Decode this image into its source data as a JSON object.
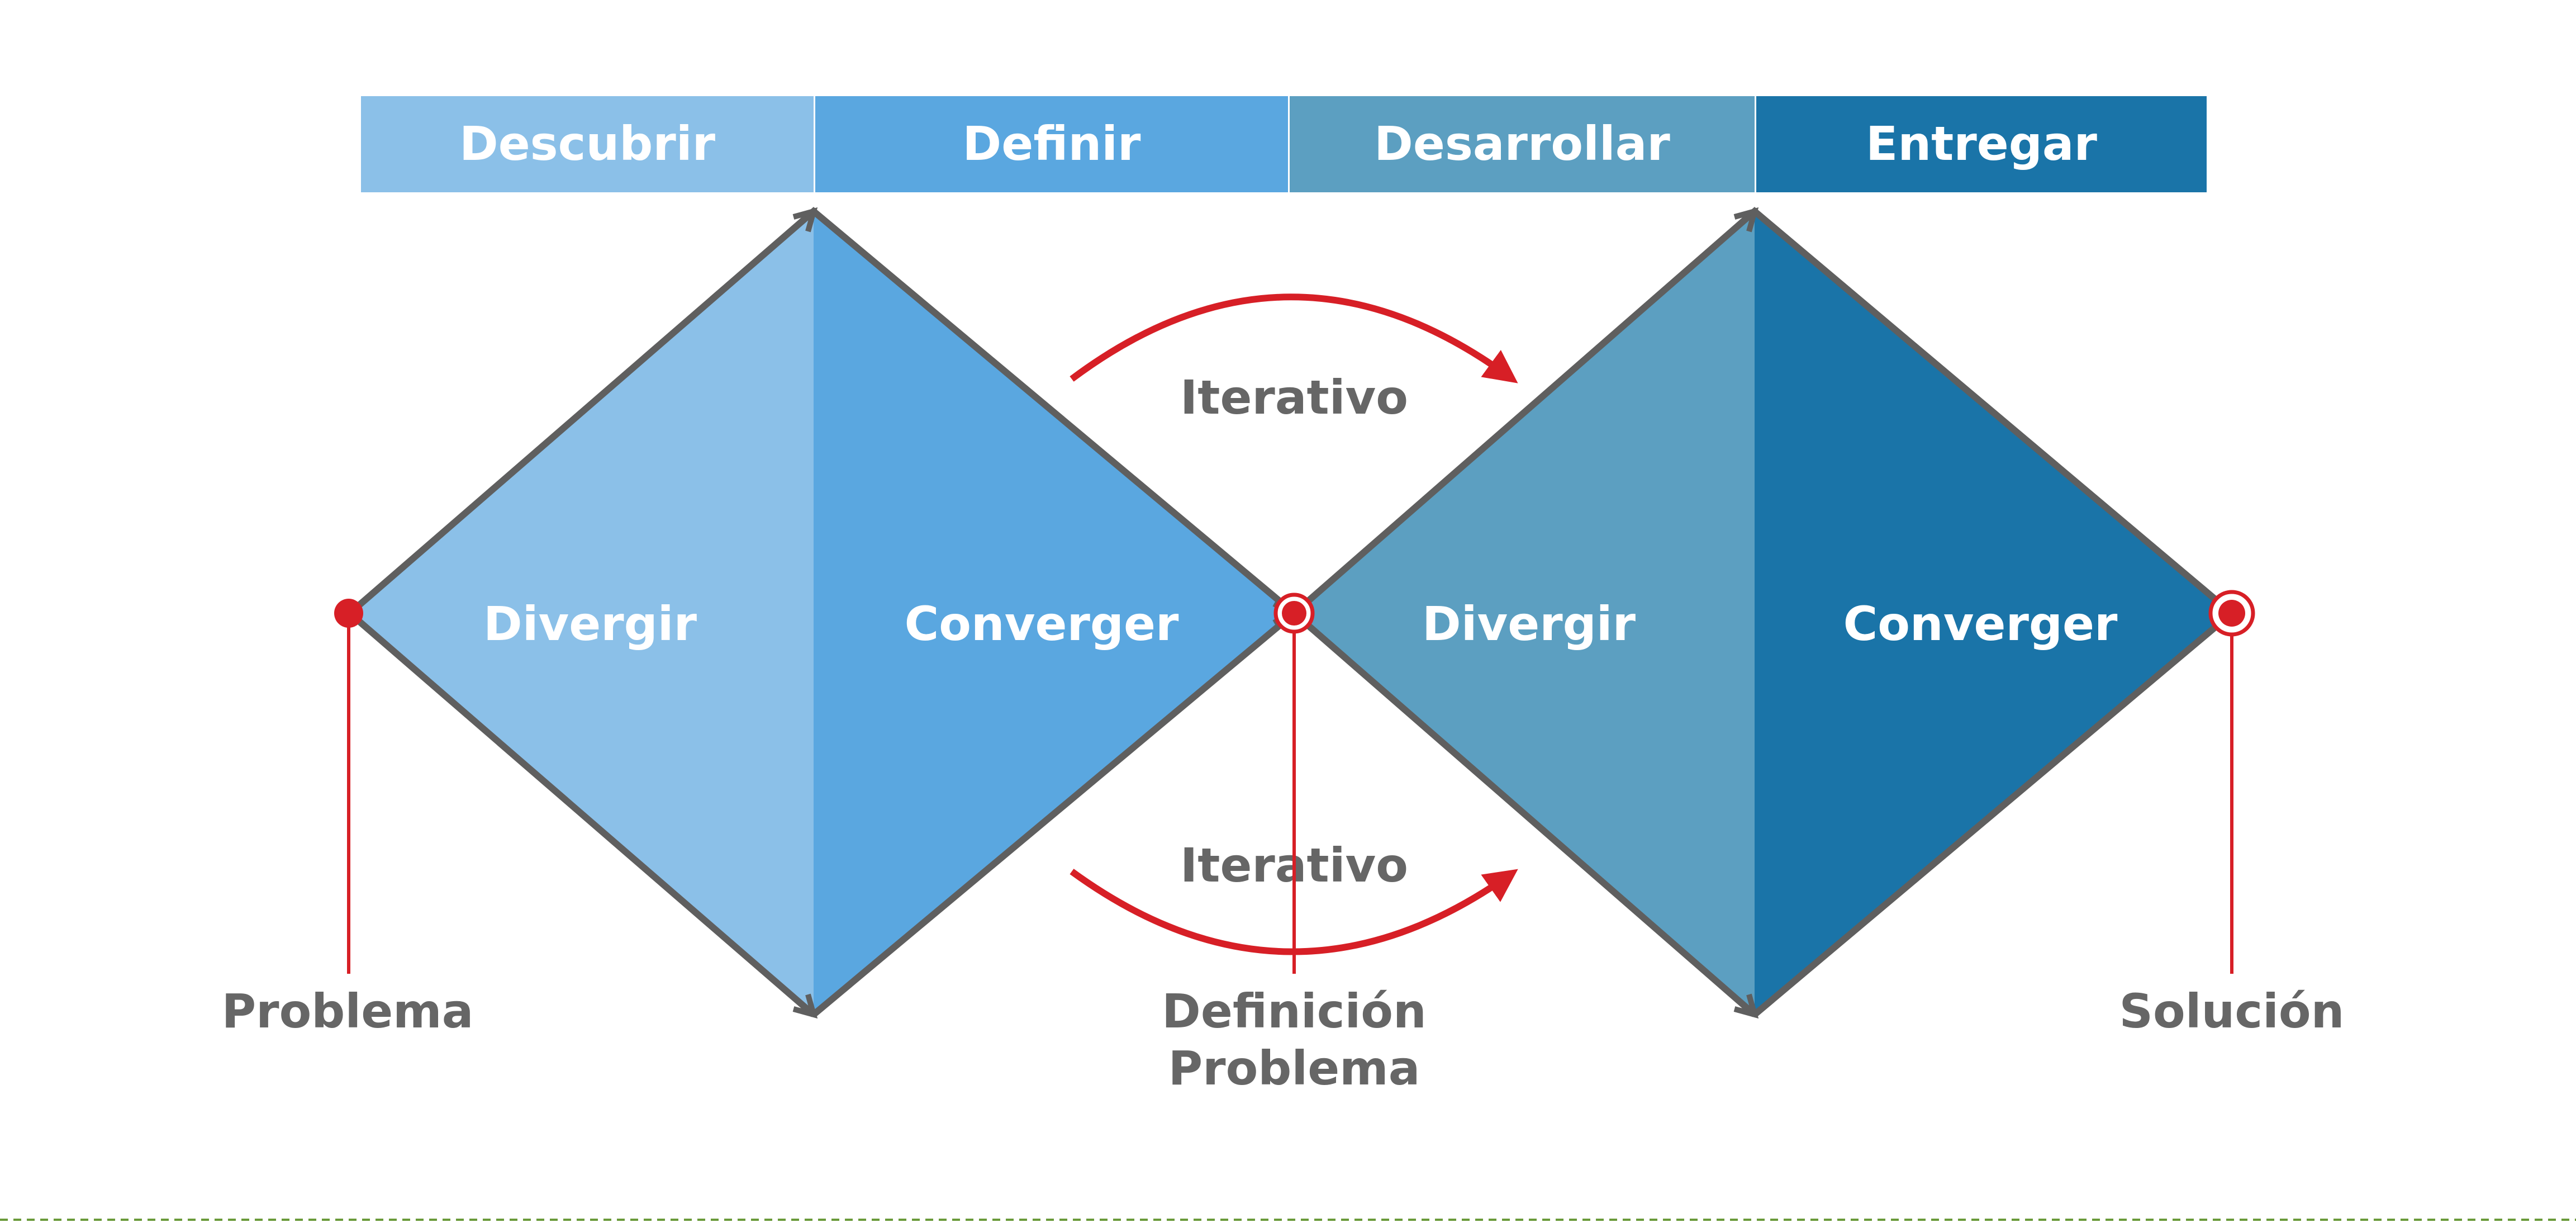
{
  "phases": [
    {
      "label": "Descubrir",
      "color": "#8bc0e8"
    },
    {
      "label": "Definir",
      "color": "#5aa7e0"
    },
    {
      "label": "Desarrollar",
      "color": "#5c9fc1"
    },
    {
      "label": "Entregar",
      "color": "#1a74a8"
    }
  ],
  "diamond1": {
    "left_label": "Divergir",
    "right_label": "Converger"
  },
  "diamond2": {
    "left_label": "Divergir",
    "right_label": "Converger"
  },
  "iterative_top": "Iterativo",
  "iterative_bottom": "Iterativo",
  "markers": {
    "start": "Problema",
    "middle_line1": "Definición",
    "middle_line2": "Problema",
    "end": "Solución"
  },
  "colors": {
    "accent_red": "#d71f26",
    "outline_grey": "#5f5f5f",
    "text_grey": "#666666",
    "footer_dash": "#6a9a3a"
  }
}
